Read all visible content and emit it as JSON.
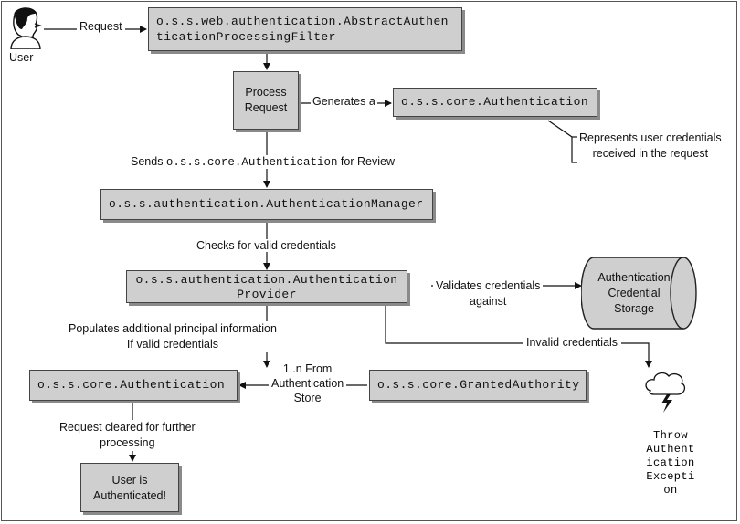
{
  "user": {
    "label": "User"
  },
  "edges": {
    "request": "Request",
    "generates": "Generates a",
    "sends_prefix": "Sends ",
    "sends_code": "o.s.s.core.Authentication",
    "sends_suffix": " for Review",
    "checks": "Checks for valid credentials",
    "validates_line1": "Validates credentials",
    "validates_line2": "against",
    "populates_line1": "Populates additional principal information",
    "populates_line2": "If valid credentials",
    "invalid": "Invalid credentials",
    "from_line1": "1..n From",
    "from_line2": "Authentication",
    "from_line3": "Store",
    "cleared_line1": "Request cleared for further",
    "cleared_line2": "processing"
  },
  "nodes": {
    "filter_line1": "o.s.s.web.authentication.AbstractAuthen",
    "filter_line2": "ticationProcessingFilter",
    "process_line1": "Process",
    "process_line2": "Request",
    "authentication_top": "o.s.s.core.Authentication",
    "manager": "o.s.s.authentication.AuthenticationManager",
    "provider_line1": "o.s.s.authentication.Authentication",
    "provider_line2": "Provider",
    "authentication_bottom": "o.s.s.core.Authentication",
    "granted_authority": "o.s.s.core.GrantedAuthority",
    "authenticated_line1": "User is",
    "authenticated_line2": "Authenticated!",
    "storage_line1": "Authentication",
    "storage_line2": "Credential",
    "storage_line3": "Storage"
  },
  "annotations": {
    "represents_line1": "Represents user credentials",
    "represents_line2": "received in the request",
    "throw_line1": "Throw",
    "throw_line2": "Authent",
    "throw_line3": "ication",
    "throw_line4": "Excepti",
    "throw_line5": "on"
  }
}
